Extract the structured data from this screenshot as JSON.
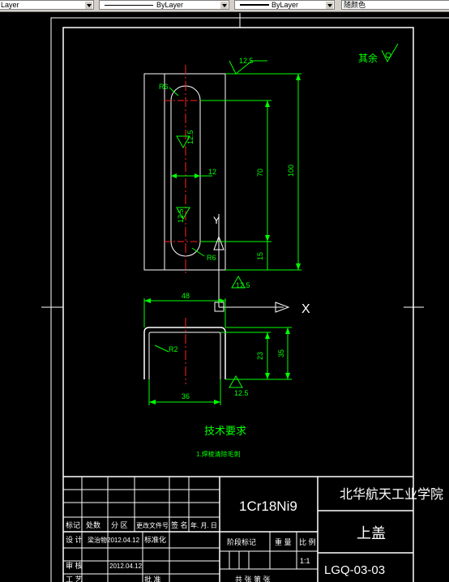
{
  "toolbar": {
    "layer_label": "Layer",
    "linetype_label": "ByLayer",
    "lineweight_label": "ByLayer",
    "color_label": "随颜色"
  },
  "drawing": {
    "roughness_rest_label": "其余",
    "roughness_main": "12.5",
    "roughness_hole_left": "12.5",
    "roughness_hole_bottom": "12.5",
    "roughness_bottom": "12.5",
    "roughness_section": "12.5",
    "dim_r6_top": "R6",
    "dim_r6_bottom": "R6",
    "dim_12": "12",
    "dim_70": "70",
    "dim_100": "100",
    "dim_15": "15",
    "dim_48": "48",
    "dim_r2": "R2",
    "dim_23": "23",
    "dim_35": "35",
    "dim_36": "36",
    "axis_x": "X",
    "axis_y": "Y",
    "tech_title": "技术要求",
    "tech_item1": "1.焊棱清除毛刺"
  },
  "title_block": {
    "material": "1Cr18Ni9",
    "school": "北华航天工业学院",
    "part_name": "上盖",
    "drawing_no": "LGQ-03-03",
    "scale": "1:1",
    "h_mark": "标记",
    "h_count": "处数",
    "h_zone": "分 区",
    "h_doc": "更改文件号",
    "h_sign": "签 名",
    "h_date": "年. 月. 日",
    "h_design": "设 计",
    "h_designer": "梁治物2012.04.12",
    "h_std": "标准化",
    "h_stage": "阶段标记",
    "h_weight": "重 量",
    "h_ratio": "比 例",
    "h_review": "审 核",
    "h_review_date": "2012.04.12",
    "h_process": "工 艺",
    "h_approve": "批 准",
    "h_sheet": "共   张   第   张"
  }
}
